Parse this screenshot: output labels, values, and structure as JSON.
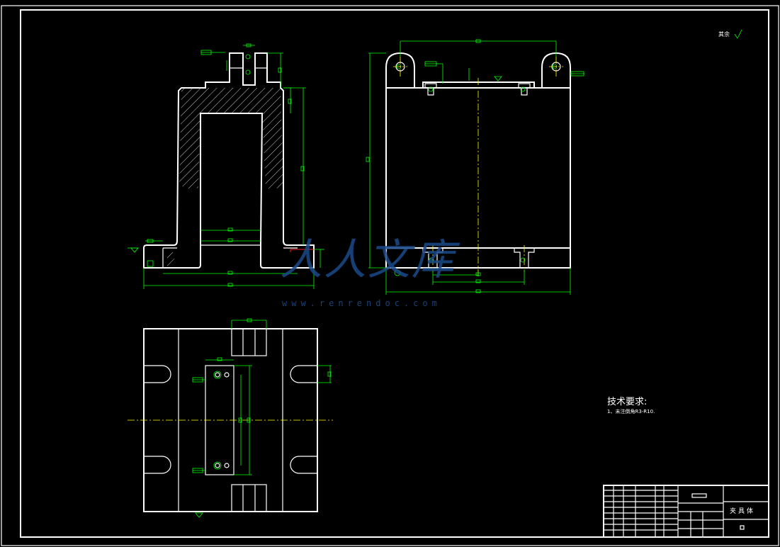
{
  "drawing": {
    "notes_title": "技术要求:",
    "notes": [
      "1、未注倒角R3-R10."
    ],
    "surface_finish_rest": "其余"
  },
  "title_block": {
    "part_name": "夹具体"
  },
  "watermark": {
    "text": "人人文库",
    "url": "www.renrendoc.com"
  },
  "colors": {
    "background": "#000000",
    "outline": "#ffffff",
    "dimension": "#00ff00",
    "centerline": "#ffff00",
    "watermark": "#1b4a8a"
  }
}
